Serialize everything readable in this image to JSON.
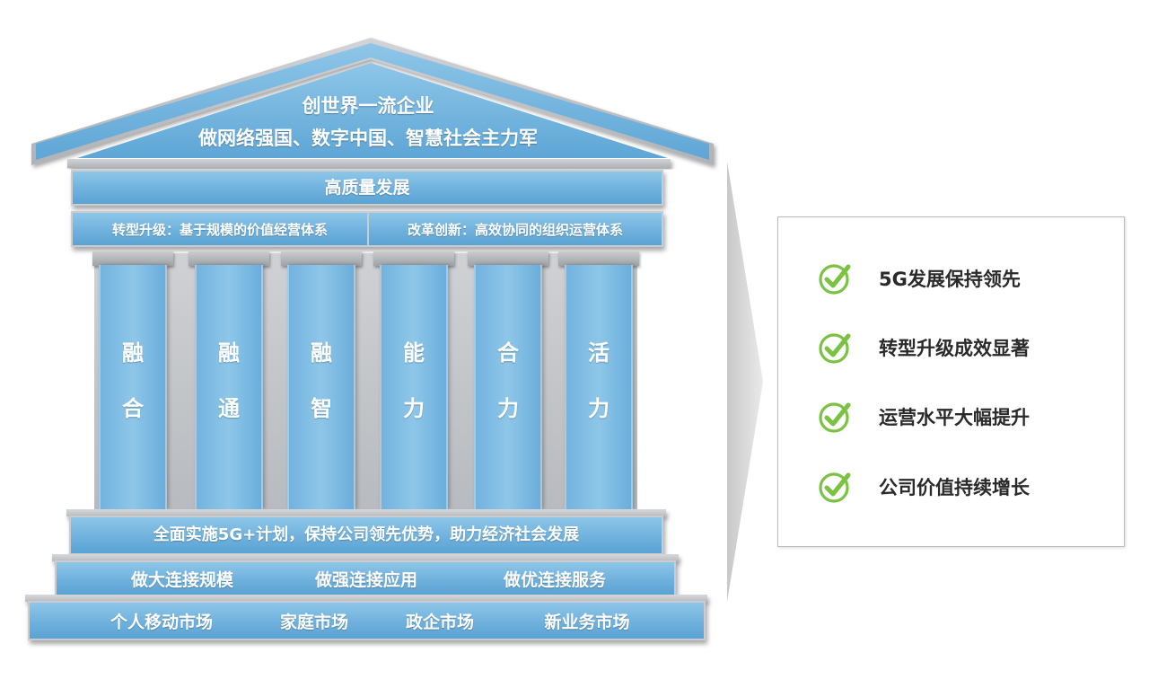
{
  "roof": {
    "line1": "创世界一流企业",
    "line2": "做网络强国、数字中国、智慧社会主力军"
  },
  "beam": "高质量发展",
  "systems": [
    "转型升级：基于规模的价值经营体系",
    "改革创新：高效协同的组织运营体系"
  ],
  "pillars": [
    {
      "top": "融",
      "bottom": "合"
    },
    {
      "top": "融",
      "bottom": "通"
    },
    {
      "top": "融",
      "bottom": "智"
    },
    {
      "top": "能",
      "bottom": "力"
    },
    {
      "top": "合",
      "bottom": "力"
    },
    {
      "top": "活",
      "bottom": "力"
    }
  ],
  "base1": "全面实施5G+计划，保持公司领先优势，助力经济社会发展",
  "base2": [
    "做大连接规模",
    "做强连接应用",
    "做优连接服务"
  ],
  "base3": [
    "个人移动市场",
    "家庭市场",
    "政企市场",
    "新业务市场"
  ],
  "results": [
    "5G发展保持领先",
    "转型升级成效显著",
    "运营水平大幅提升",
    "公司价值持续增长"
  ],
  "colors": {
    "band_blue": "#6fb1dd",
    "stone_gray": "#c9ccd0",
    "check_green": "#7cc242",
    "text_dark": "#2a2a2a"
  },
  "icons": {
    "check": "checkmark-circle-icon",
    "arrow": "chevron-right-icon"
  }
}
